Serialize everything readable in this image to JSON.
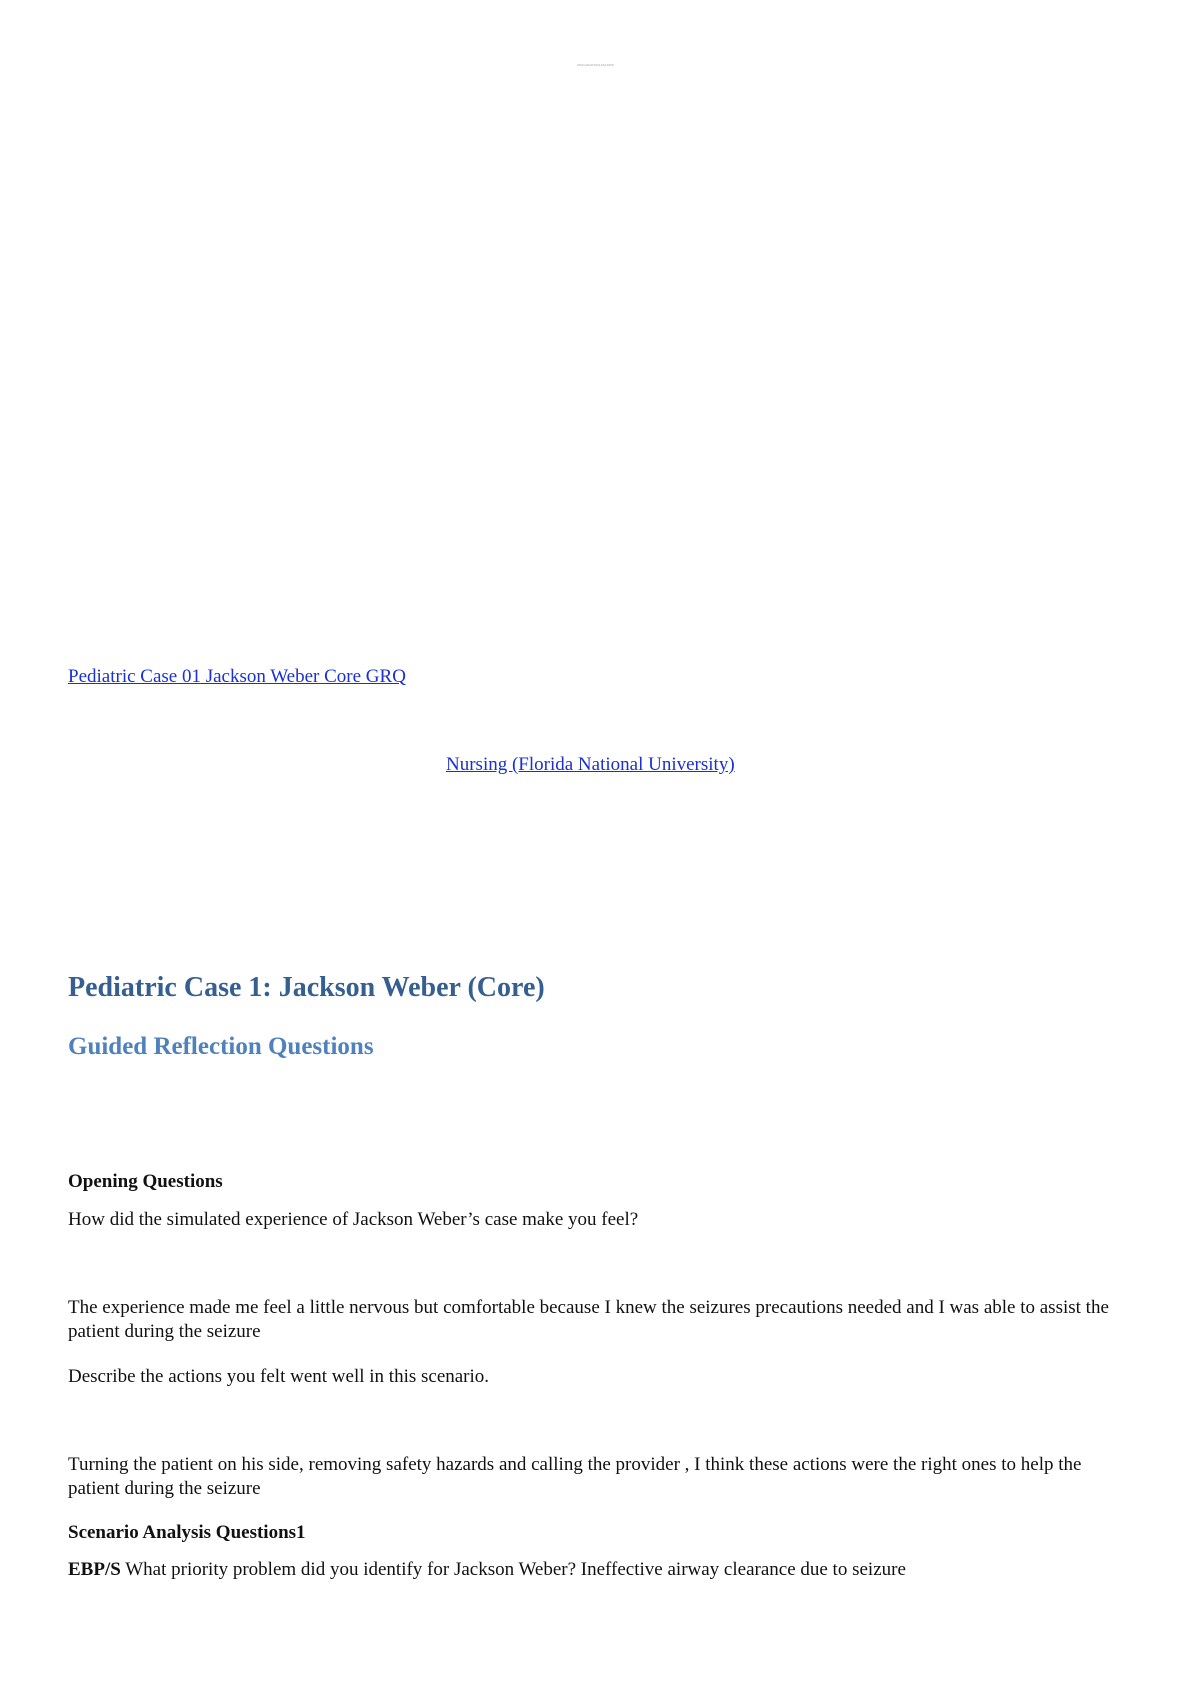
{
  "header": {
    "watermark": "lOMoARcPSD|10441905"
  },
  "links": {
    "document_title": "Pediatric Case 01 Jackson Weber Core GRQ",
    "course": "Nursing (Florida National University)"
  },
  "content": {
    "title": "Pediatric Case 1: Jackson Weber (Core)",
    "subtitle": "Guided Reflection Questions",
    "opening_heading": "Opening Questions",
    "question_1": "How did the simulated experience of Jackson Weber’s case make you feel?",
    "answer_1": "The experience made me feel a little nervous but comfortable because I knew the seizures precautions needed and I was able to assist the patient during the seizure",
    "question_2": "Describe the actions you felt went well in this scenario.",
    "answer_2": "Turning the patient on his side, removing safety hazards and calling the provider , I think these actions were the right ones to help the patient during the seizure",
    "scenario_heading": "Scenario Analysis Questions1",
    "ebp_label": "EBP/S",
    "ebp_text": " What priority problem did you identify for Jackson Weber? Ineffective airway clearance due to seizure"
  }
}
